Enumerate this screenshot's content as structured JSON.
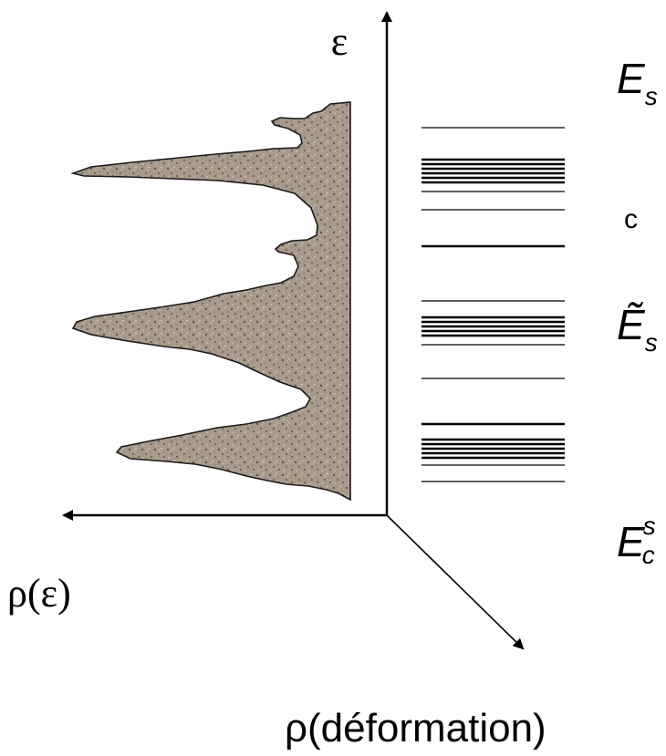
{
  "axes": {
    "vertical_label": "ε",
    "horizontal_label": "ρ(ε)",
    "diagonal_label": "ρ(déformation)"
  },
  "levels": [
    {
      "value": 140,
      "weight": "thin"
    },
    {
      "value": 175,
      "weight": "thick"
    },
    {
      "value": 180,
      "weight": "thick"
    },
    {
      "value": 185,
      "weight": "thick"
    },
    {
      "value": 190,
      "weight": "thick"
    },
    {
      "value": 195,
      "weight": "thick"
    },
    {
      "value": 200,
      "weight": "thick"
    },
    {
      "value": 210,
      "weight": "thin"
    },
    {
      "value": 230,
      "weight": "thin"
    },
    {
      "value": 270,
      "weight": "thick"
    },
    {
      "value": 330,
      "weight": "thin"
    },
    {
      "value": 348,
      "weight": "thick"
    },
    {
      "value": 353,
      "weight": "thick"
    },
    {
      "value": 358,
      "weight": "thick"
    },
    {
      "value": 363,
      "weight": "thick"
    },
    {
      "value": 368,
      "weight": "thick"
    },
    {
      "value": 378,
      "weight": "thin"
    },
    {
      "value": 415,
      "weight": "thin"
    },
    {
      "value": 465,
      "weight": "thick"
    },
    {
      "value": 482,
      "weight": "thick"
    },
    {
      "value": 487,
      "weight": "thick"
    },
    {
      "value": 492,
      "weight": "thick"
    },
    {
      "value": 497,
      "weight": "thick"
    },
    {
      "value": 502,
      "weight": "thick"
    },
    {
      "value": 510,
      "weight": "thin"
    },
    {
      "value": 528,
      "weight": "thin"
    }
  ],
  "right_labels": {
    "top": {
      "main": "E",
      "sub": "s"
    },
    "middle_small": "c",
    "middle": {
      "main": "Ẽ",
      "sub": "s"
    },
    "bottom": {
      "main": "E",
      "sub": "c",
      "sup": "s"
    }
  },
  "colors": {
    "density_fill": "#a89a8a",
    "density_speckle_dark": "#5e5246",
    "density_speckle_light": "#d6cdc2",
    "ink": "#000000"
  }
}
